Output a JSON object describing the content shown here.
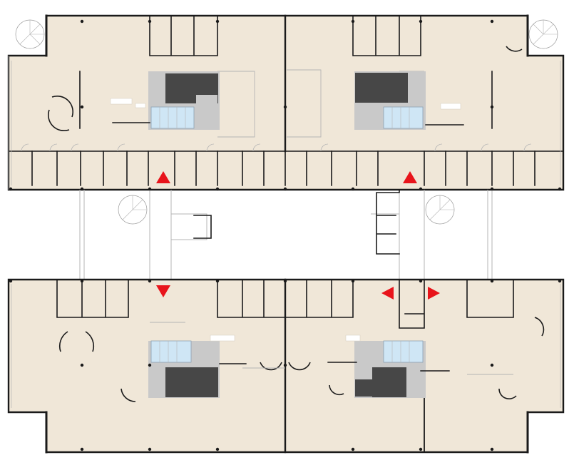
{
  "drawing": {
    "colors": {
      "floor": "#f0e7d8",
      "wall": "#1a1a1a",
      "thin": "#b5b5b5",
      "core": "#474747",
      "coremid": "#c9c9c9",
      "wc": "#cfe6f5",
      "arrow": "#e8141b"
    },
    "icons": {
      "entrance": "red-triangle-arrow",
      "stair": "spiral-stair-icon"
    },
    "entrances": [
      {
        "id": "entrance-north-west",
        "direction": "up"
      },
      {
        "id": "entrance-north-east",
        "direction": "up"
      },
      {
        "id": "entrance-south-west",
        "direction": "down"
      },
      {
        "id": "entrance-south-east-left",
        "direction": "left"
      },
      {
        "id": "entrance-south-east-right",
        "direction": "right"
      }
    ]
  }
}
